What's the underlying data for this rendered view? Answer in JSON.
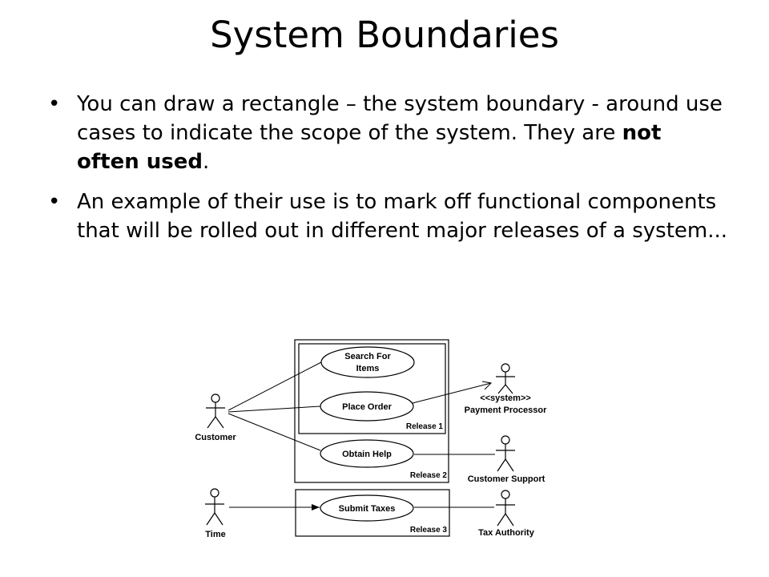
{
  "slide": {
    "title": "System Boundaries",
    "bullets": [
      {
        "prefix": "You can draw a rectangle – the system boundary - around use cases to indicate the scope of the system. They are ",
        "bold": "not often used",
        "suffix": "."
      },
      {
        "prefix": "An example of their use is to mark off functional components that will be rolled out in different major releases of a system...",
        "bold": "",
        "suffix": ""
      }
    ]
  },
  "diagram": {
    "actors": {
      "customer": "Customer",
      "payment_stereotype": "<<system>>",
      "payment": "Payment Processor",
      "support": "Customer Support",
      "time": "Time",
      "tax": "Tax Authority"
    },
    "use_cases": {
      "search_line1": "Search For",
      "search_line2": "Items",
      "place_order": "Place Order",
      "obtain_help": "Obtain Help",
      "submit_taxes": "Submit Taxes"
    },
    "releases": {
      "r1": "Release 1",
      "r2": "Release 2",
      "r3": "Release 3"
    }
  }
}
